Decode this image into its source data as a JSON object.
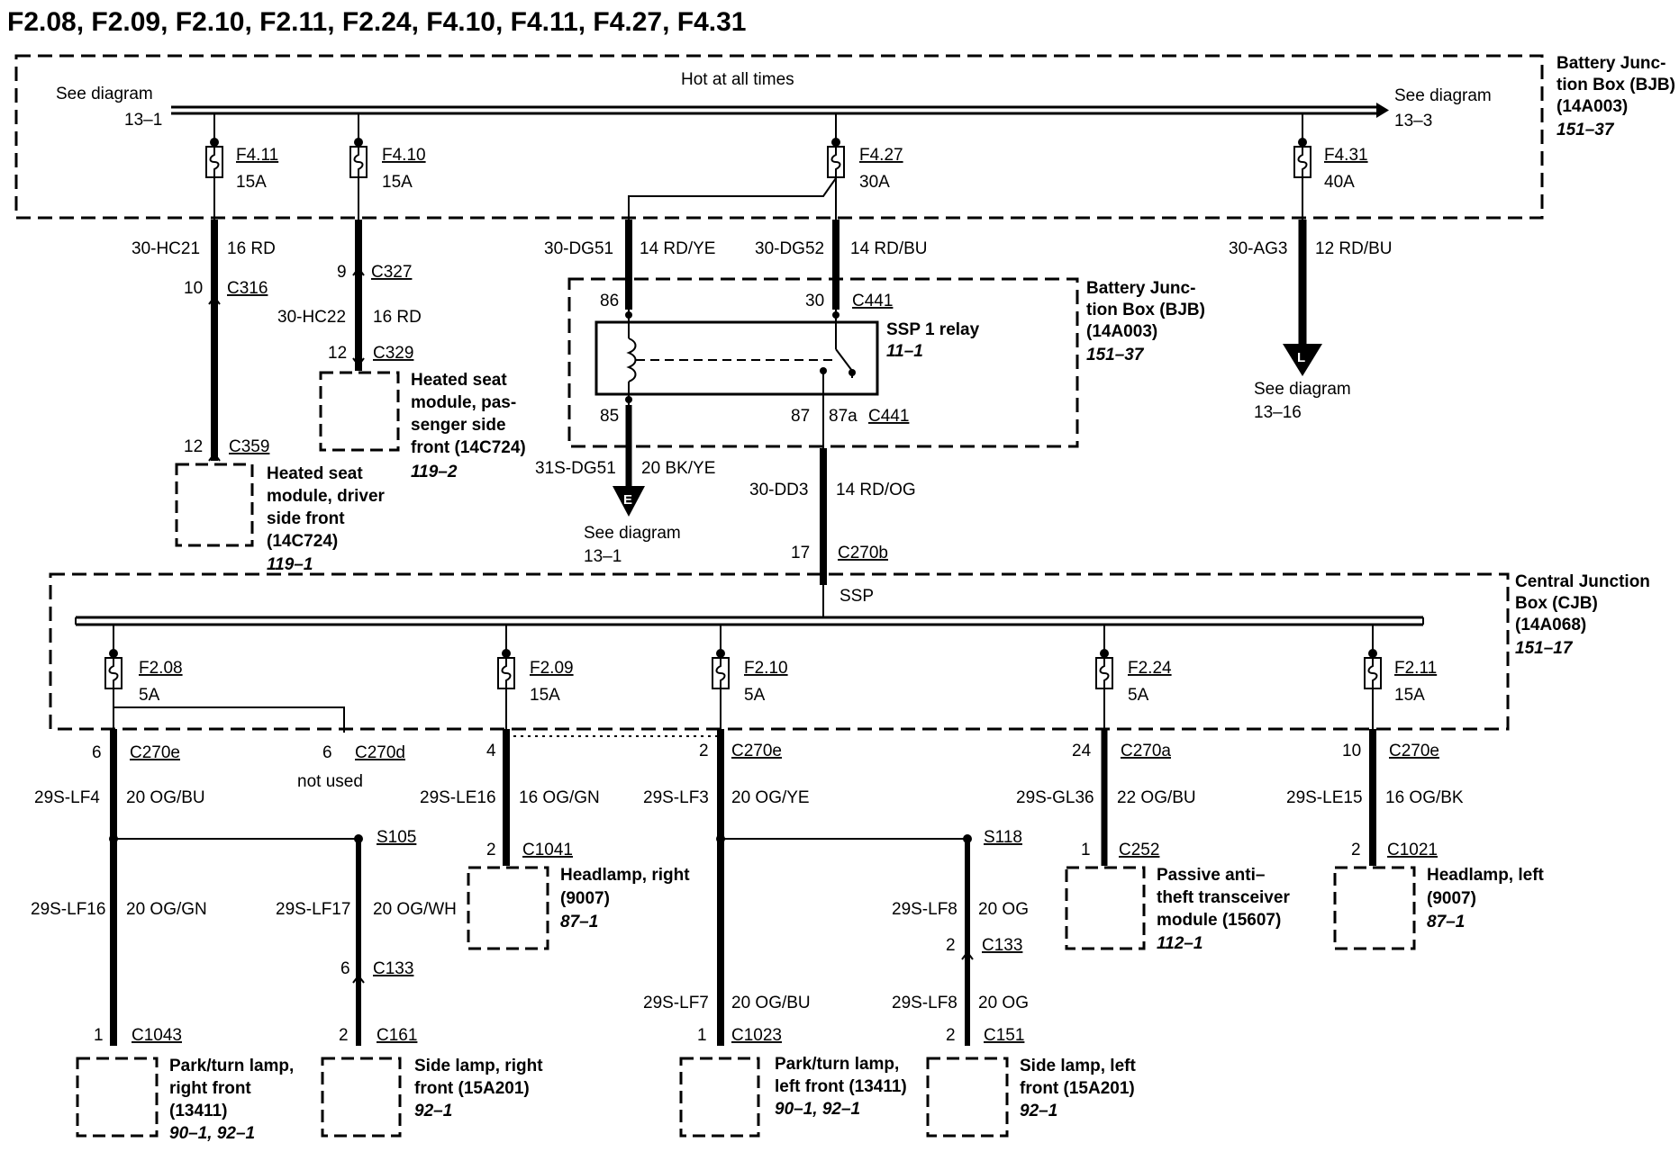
{
  "title": "F2.08, F2.09, F2.10, F2.11, F2.24, F4.10, F4.11, F4.27, F4.31",
  "bjb": {
    "label": [
      "Battery Junc-",
      "tion Box (BJB)",
      "(14A003)"
    ],
    "ref": "151–37",
    "bus_label": "Hot at all times",
    "left_ref": [
      "See diagram",
      "13–1"
    ],
    "right_ref": [
      "See diagram",
      "13–3"
    ],
    "fuses": [
      {
        "id": "F4.11",
        "amps": "15A"
      },
      {
        "id": "F4.10",
        "amps": "15A"
      },
      {
        "id": "F4.27",
        "amps": "30A"
      },
      {
        "id": "F4.31",
        "amps": "40A"
      }
    ]
  },
  "relay_box": {
    "label": [
      "Battery Junc-",
      "tion Box (BJB)",
      "(14A003)"
    ],
    "ref": "151–37",
    "relay_name": "SSP 1 relay",
    "relay_ref": "11–1",
    "pins": [
      "86",
      "30",
      "85",
      "87",
      "87a"
    ],
    "connector": "C441"
  },
  "cjb": {
    "label": [
      "Central Junction",
      "Box (CJB)",
      "(14A068)"
    ],
    "ref": "151–17",
    "bus_label": "SSP",
    "fuses": [
      {
        "id": "F2.08",
        "amps": "5A"
      },
      {
        "id": "F2.09",
        "amps": "15A"
      },
      {
        "id": "F2.10",
        "amps": "5A"
      },
      {
        "id": "F2.24",
        "amps": "5A"
      },
      {
        "id": "F2.11",
        "amps": "15A"
      }
    ]
  },
  "wires": {
    "hc21": {
      "circuit": "30-HC21",
      "gauge": "16 RD"
    },
    "hc22": {
      "circuit": "30-HC22",
      "gauge": "16 RD"
    },
    "dg51": {
      "circuit": "30-DG51",
      "gauge": "14 RD/YE"
    },
    "dg52": {
      "circuit": "30-DG52",
      "gauge": "14 RD/BU"
    },
    "ag3": {
      "circuit": "30-AG3",
      "gauge": "12 RD/BU"
    },
    "s_dg51": {
      "circuit": "31S-DG51",
      "gauge": "20 BK/YE"
    },
    "dd3": {
      "circuit": "30-DD3",
      "gauge": "14 RD/OG"
    },
    "lf4": {
      "circuit": "29S-LF4",
      "gauge": "20 OG/BU"
    },
    "le16": {
      "circuit": "29S-LE16",
      "gauge": "16 OG/GN"
    },
    "lf3": {
      "circuit": "29S-LF3",
      "gauge": "20 OG/YE"
    },
    "gl36": {
      "circuit": "29S-GL36",
      "gauge": "22 OG/BU"
    },
    "le15": {
      "circuit": "29S-LE15",
      "gauge": "16 OG/BK"
    },
    "lf16": {
      "circuit": "29S-LF16",
      "gauge": "20 OG/GN"
    },
    "lf17": {
      "circuit": "29S-LF17",
      "gauge": "20 OG/WH"
    },
    "lf7": {
      "circuit": "29S-LF7",
      "gauge": "20 OG/BU"
    },
    "lf8a": {
      "circuit": "29S-LF8",
      "gauge": "20 OG"
    },
    "lf8b": {
      "circuit": "29S-LF8",
      "gauge": "20 OG"
    }
  },
  "connectors": {
    "c316": {
      "pin": "10",
      "name": "C316"
    },
    "c327": {
      "pin": "9",
      "name": "C327"
    },
    "c329": {
      "pin": "12",
      "name": "C329"
    },
    "c359": {
      "pin": "12",
      "name": "C359"
    },
    "c441_in": {
      "name": "C441"
    },
    "c441_out": {
      "name": "C441"
    },
    "c270b": {
      "pin": "17",
      "name": "C270b"
    },
    "c270e_1": {
      "pin": "6",
      "name": "C270e"
    },
    "c270d": {
      "pin": "6",
      "name": "C270d",
      "note": "not used"
    },
    "c270e_2": {
      "pin": "4",
      "name": ""
    },
    "c270e_3": {
      "pin": "2",
      "name": "C270e"
    },
    "c270a": {
      "pin": "24",
      "name": "C270a"
    },
    "c270e_4": {
      "pin": "10",
      "name": "C270e"
    },
    "s105": {
      "name": "S105"
    },
    "s118": {
      "name": "S118"
    },
    "c1041": {
      "pin": "2",
      "name": "C1041"
    },
    "c252": {
      "pin": "1",
      "name": "C252"
    },
    "c1021": {
      "pin": "2",
      "name": "C1021"
    },
    "c133a": {
      "pin": "6",
      "name": "C133"
    },
    "c133b": {
      "pin": "2",
      "name": "C133"
    },
    "c1043": {
      "pin": "1",
      "name": "C1043"
    },
    "c161": {
      "pin": "2",
      "name": "C161"
    },
    "c1023": {
      "pin": "1",
      "name": "C1023"
    },
    "c151": {
      "pin": "2",
      "name": "C151"
    }
  },
  "components": {
    "hs_pass": {
      "lines": [
        "Heated seat",
        "module, pas-",
        "senger side",
        "front (14C724)"
      ],
      "ref": "119–2"
    },
    "hs_driver": {
      "lines": [
        "Heated seat",
        "module, driver",
        "side front",
        "(14C724)"
      ],
      "ref": "119–1"
    },
    "hl_right": {
      "lines": [
        "Headlamp, right",
        "(9007)"
      ],
      "ref": "87–1"
    },
    "pats": {
      "lines": [
        "Passive anti–",
        "theft transceiver",
        "module (15607)"
      ],
      "ref": "112–1"
    },
    "hl_left": {
      "lines": [
        "Headlamp, left",
        "(9007)"
      ],
      "ref": "87–1"
    },
    "pt_right": {
      "lines": [
        "Park/turn lamp,",
        "right front",
        "(13411)"
      ],
      "ref": "90–1, 92–1"
    },
    "side_right": {
      "lines": [
        "Side lamp, right",
        "front (15A201)"
      ],
      "ref": "92–1"
    },
    "pt_left": {
      "lines": [
        "Park/turn lamp,",
        "left front (13411)"
      ],
      "ref": "90–1, 92–1"
    },
    "side_left": {
      "lines": [
        "Side lamp, left",
        "front (15A201)"
      ],
      "ref": "92–1"
    }
  },
  "refs": {
    "e": {
      "letter": "E",
      "lines": [
        "See diagram",
        "13–1"
      ]
    },
    "l": {
      "letter": "L",
      "lines": [
        "See diagram",
        "13–16"
      ]
    }
  }
}
